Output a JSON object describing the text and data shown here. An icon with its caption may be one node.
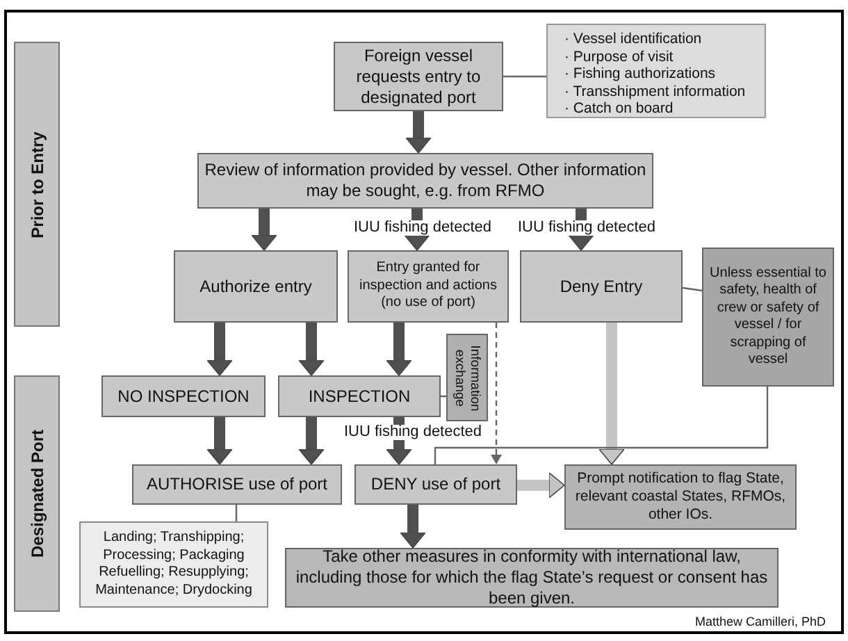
{
  "diagram": {
    "nodes": [
      {
        "text": [
          "Prior to Entry"
        ]
      },
      {
        "text": [
          "Designated Port"
        ]
      },
      {
        "text": [
          "Foreign vessel requests entry to designated port"
        ]
      },
      {
        "text": [
          "· Vessel identification",
          "· Purpose of visit",
          "· Fishing authorizations",
          "· Transshipment information",
          "· Catch on board"
        ]
      },
      {
        "text": [
          "Review of information provided by vessel. Other information may be sought, e.g. from RFMO"
        ]
      },
      {
        "text": [
          "Authorize entry"
        ]
      },
      {
        "text": [
          "Entry granted for inspection and actions (no use of port)"
        ]
      },
      {
        "text": [
          "Deny Entry"
        ]
      },
      {
        "text": [
          "Unless essential to safety, health of crew or safety of vessel / for scrapping of vessel"
        ]
      },
      {
        "text": [
          "NO INSPECTION"
        ]
      },
      {
        "text": [
          "INSPECTION"
        ]
      },
      {
        "text": [
          "Information exchange"
        ]
      },
      {
        "text": [
          "AUTHORISE use of port"
        ]
      },
      {
        "text": [
          "DENY use of port"
        ]
      },
      {
        "text": [
          "Prompt notification to flag State, relevant coastal States, RFMOs, other IOs."
        ]
      },
      {
        "text": [
          "Landing; Transhipping; Processing; Packaging Refuelling; Resupplying; Maintenance; Drydocking"
        ]
      },
      {
        "text": [
          "Take other measures in conformity with international law, including those for which the flag State’s request or consent has been given."
        ]
      }
    ],
    "edges": [
      {
        "from": 2,
        "to": 4,
        "arrow": "to"
      },
      {
        "from": 4,
        "to": 5,
        "arrow": "to"
      },
      {
        "from": 4,
        "to": 6,
        "arrow": "to",
        "label": "IUU fishing detected"
      },
      {
        "from": 4,
        "to": 7,
        "arrow": "to",
        "label": "IUU fishing detected"
      },
      {
        "from": 5,
        "to": 9,
        "arrow": "to"
      },
      {
        "from": 5,
        "to": 10,
        "arrow": "to"
      },
      {
        "from": 6,
        "to": 10,
        "arrow": "to"
      },
      {
        "from": 9,
        "to": 12,
        "arrow": "to"
      },
      {
        "from": 10,
        "to": 12,
        "arrow": "to"
      },
      {
        "from": 10,
        "to": 13,
        "arrow": "to",
        "label": "IUU fishing detected"
      },
      {
        "from": 6,
        "to": 13,
        "arrow": "to",
        "style": "dashed"
      },
      {
        "from": 7,
        "to": 14,
        "arrow": "to",
        "color": "#c4c4c4"
      },
      {
        "from": 13,
        "to": 14,
        "arrow": "to",
        "color": "#c4c4c4"
      },
      {
        "from": 13,
        "to": 16,
        "arrow": "to"
      },
      {
        "from": 2,
        "to": 3,
        "arrow": "none"
      },
      {
        "from": 7,
        "to": 8,
        "arrow": "none"
      },
      {
        "from": 10,
        "to": 11,
        "arrow": "none"
      },
      {
        "from": 12,
        "to": 15,
        "arrow": "none"
      },
      {
        "from": 8,
        "to": 13,
        "arrow": "none"
      }
    ],
    "labels": [
      "Matthew Camilleri, PhD"
    ]
  }
}
